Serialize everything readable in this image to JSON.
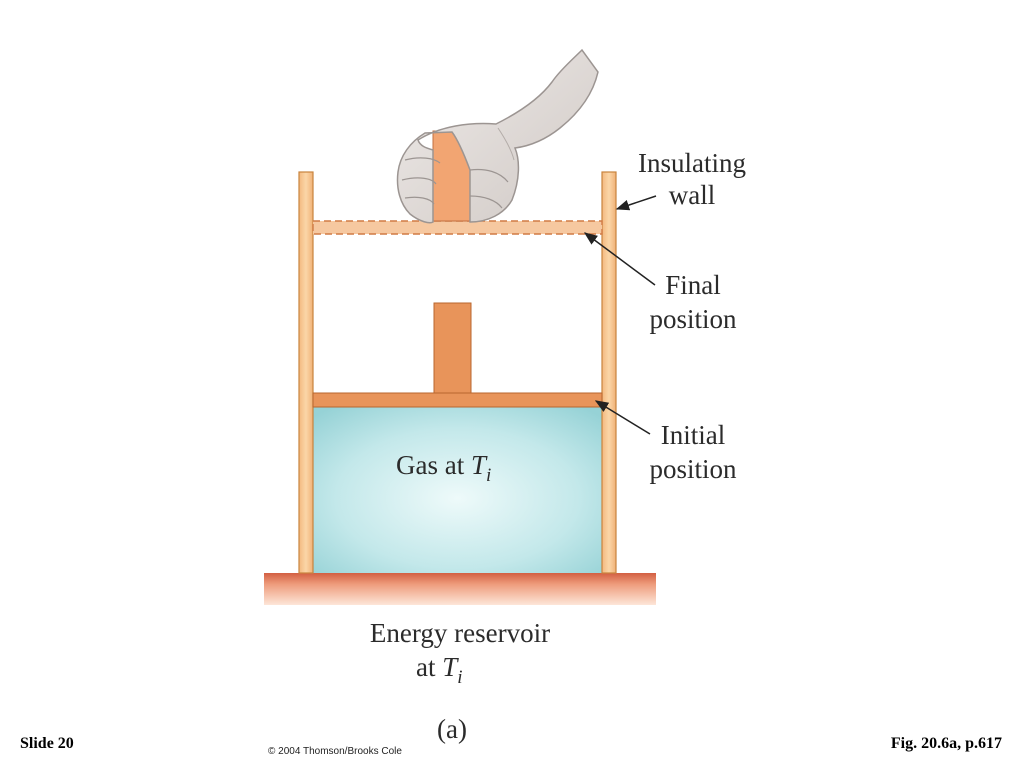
{
  "labels": {
    "insulating_wall_line1": "Insulating",
    "insulating_wall_line2": "wall",
    "final_position_line1": "Final",
    "final_position_line2": "position",
    "initial_position_line1": "Initial",
    "initial_position_line2": "position",
    "gas_prefix": "Gas at ",
    "temperature_symbol": "T",
    "temperature_subscript": "i",
    "reservoir_line1": "Energy reservoir",
    "reservoir_line2_prefix": "at ",
    "panel_label": "(a)"
  },
  "footer": {
    "slide_number": "Slide 20",
    "figure_reference": "Fig. 20.6a, p.617",
    "copyright": "© 2004 Thomson/Brooks Cole"
  },
  "colors": {
    "wall": "#f7c793",
    "wall_edge": "#c9843e",
    "piston": "#e8945a",
    "piston_edge": "#b8662e",
    "gas_light": "#e4f6f7",
    "gas_dark": "#a6d9dc",
    "reservoir_top": "#d8684a",
    "reservoir_bottom": "#fbd8c4",
    "skin": "#e3dedb",
    "skin_edge": "#9c9592"
  }
}
